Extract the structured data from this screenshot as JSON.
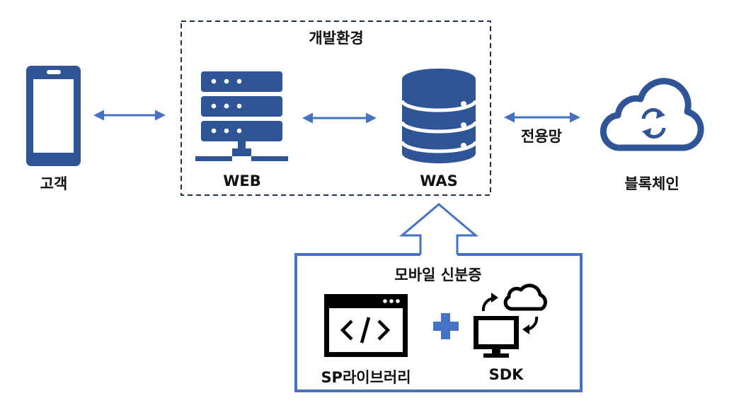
{
  "dev_env": {
    "title": "개발환경"
  },
  "nodes": {
    "customer": {
      "label": "고객",
      "icon": "smartphone-icon"
    },
    "web": {
      "label": "WEB",
      "icon": "web-server-icon"
    },
    "was": {
      "label": "WAS",
      "icon": "database-icon"
    },
    "blockchain": {
      "label": "블록체인",
      "icon": "cloud-sync-icon"
    }
  },
  "links": {
    "dedicated_line": "전용망"
  },
  "mobile_id": {
    "title": "모바일 신분증",
    "sp_library": {
      "label": "SP라이브러리",
      "icon": "code-window-icon"
    },
    "sdk": {
      "label": "SDK",
      "icon": "monitor-cloud-sync-icon"
    },
    "join_symbol": "plus-icon"
  },
  "colors": {
    "accent_blue": "#2f5597",
    "arrow_blue": "#4472c4",
    "border_dark": "#1f2f4f",
    "black": "#000000"
  }
}
